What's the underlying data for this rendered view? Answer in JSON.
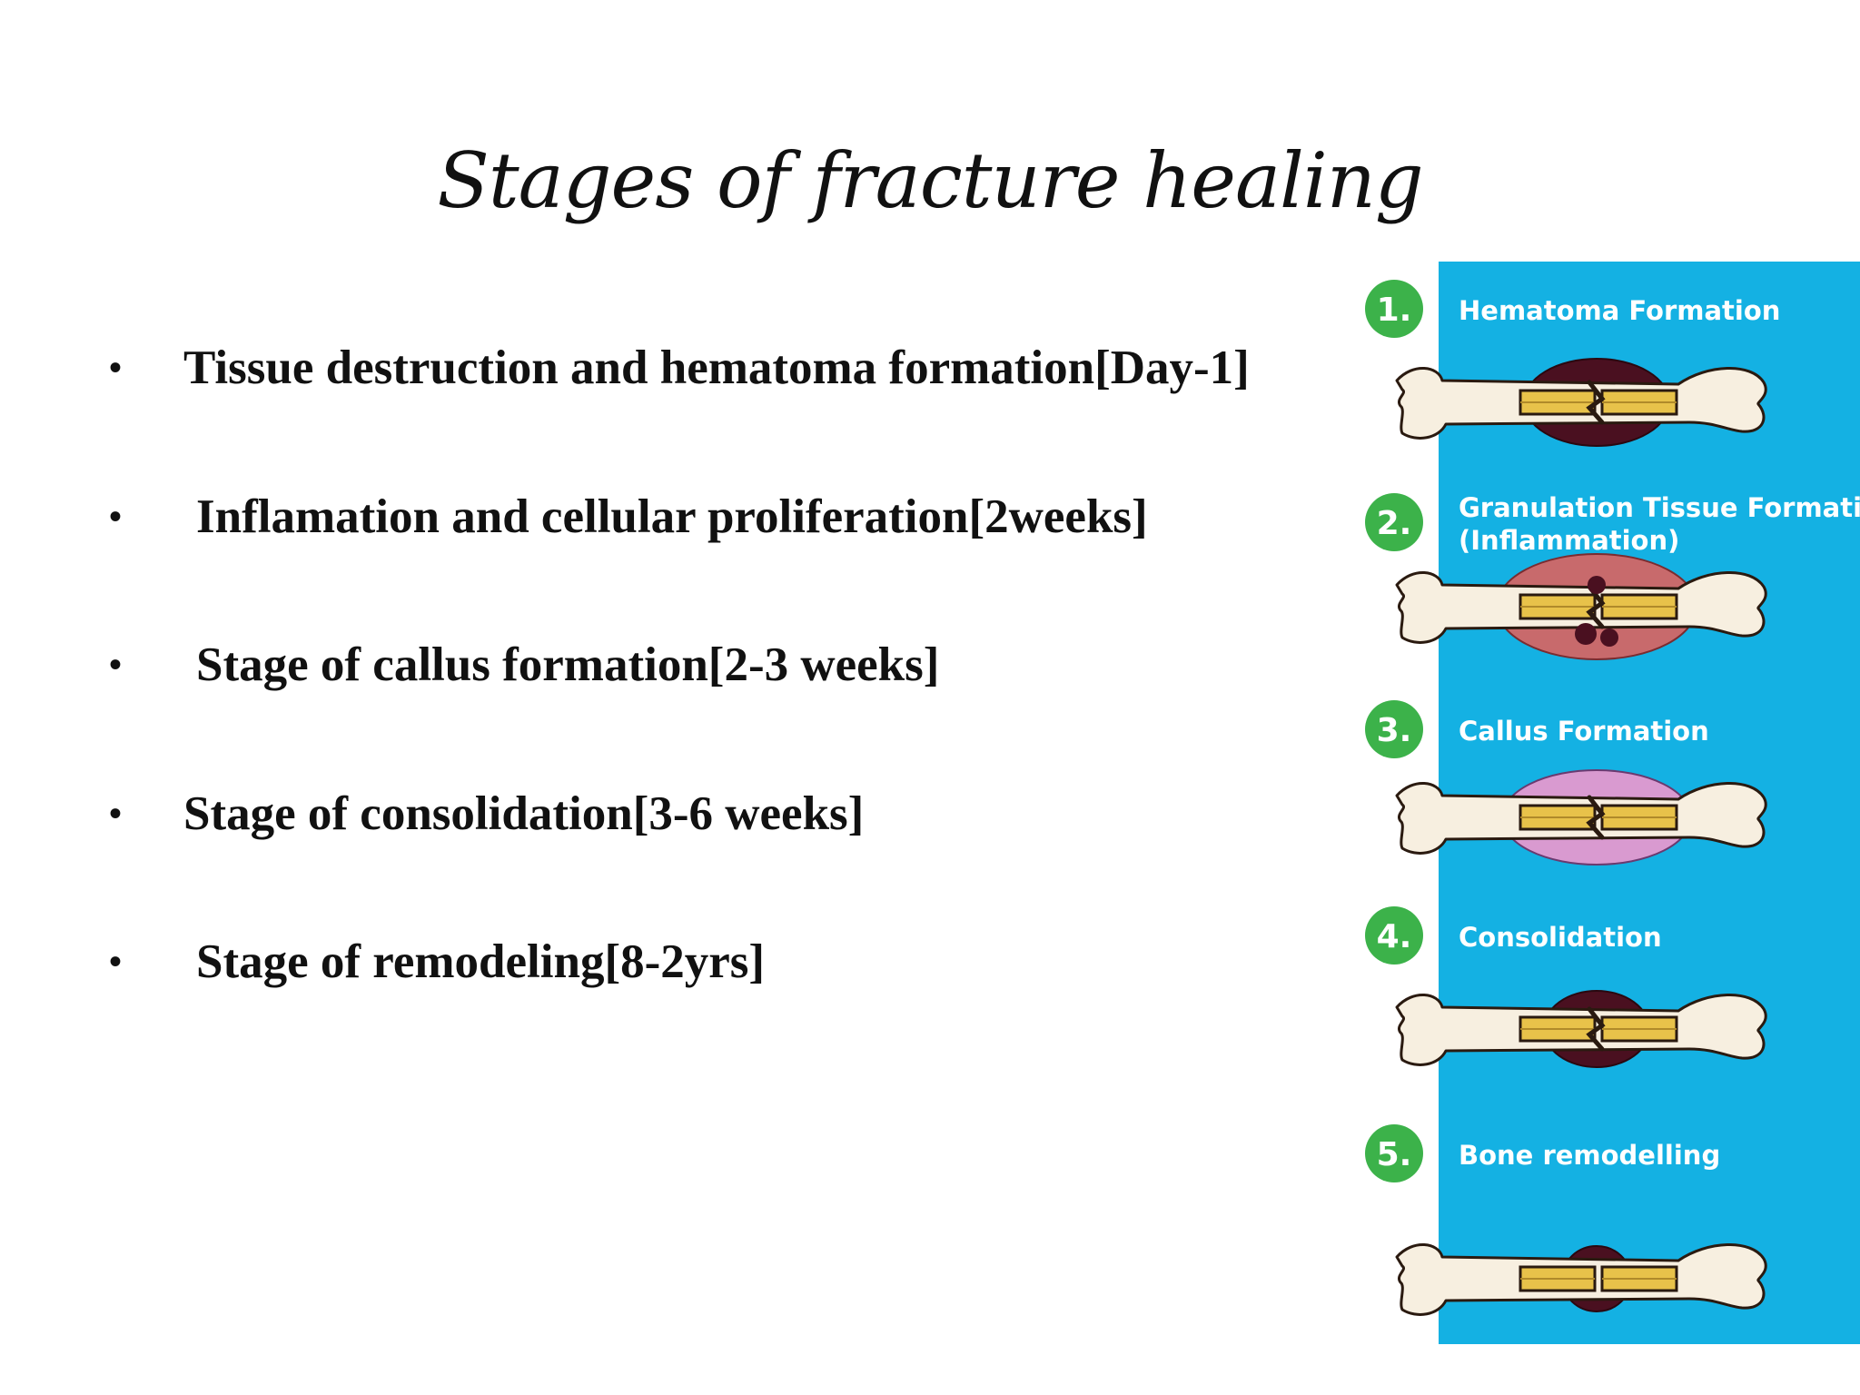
{
  "slide": {
    "title": "Stages of fracture healing",
    "bullets": [
      {
        "symbol": "•",
        "text": "Tissue destruction and hematoma formation[Day-1]"
      },
      {
        "symbol": "•",
        "text": "Inflamation and cellular proliferation[2weeks]"
      },
      {
        "symbol": "•",
        "text": "Stage of callus formation[2-3 weeks]"
      },
      {
        "symbol": "•",
        "text": "Stage of consolidation[3-6 weeks]"
      },
      {
        "symbol": "•",
        "text": "Stage of remodeling[8-2yrs]"
      }
    ]
  },
  "figure": {
    "panel_color": "#14b1e3",
    "badge_color": "#3cb24a",
    "bone_color": "#f7efe0",
    "stages": [
      {
        "number": "1.",
        "label_line1": "Hematoma Formation",
        "label_line2": "",
        "mass_color": "#4a1020"
      },
      {
        "number": "2.",
        "label_line1": "Granulation Tissue Formation",
        "label_line2": "(Inflammation)",
        "mass_color": "#c86a6c"
      },
      {
        "number": "3.",
        "label_line1": "Callus Formation",
        "label_line2": "",
        "mass_color": "#d99ad0"
      },
      {
        "number": "4.",
        "label_line1": "Consolidation",
        "label_line2": "",
        "mass_color": "#4a1020"
      },
      {
        "number": "5.",
        "label_line1": "Bone remodelling",
        "label_line2": "",
        "mass_color": "#4a1020"
      }
    ]
  }
}
